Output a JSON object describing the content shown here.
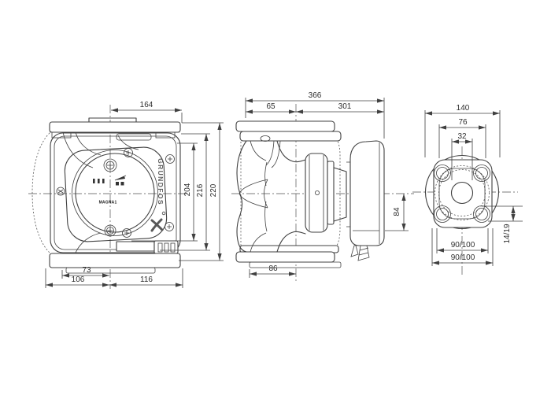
{
  "page": {
    "background": "#ffffff"
  },
  "drawing": {
    "brand": "GRUNDFOS",
    "model": "MAGNA1",
    "line_color": "#404040",
    "text_color": "#2e2e2e"
  },
  "dimensions": {
    "front_view": {
      "flange_width": "164",
      "height_to_connector": "204",
      "height_to_flange": "216",
      "height_overall": "220",
      "base_offset": "73",
      "base_left": "106",
      "base_right": "116"
    },
    "side_view": {
      "length_overall": "366",
      "length_front": "65",
      "length_rear": "301",
      "box_below_axis": "84",
      "base_width": "86"
    },
    "flange_view": {
      "flange_outer": "140",
      "head_width": "76",
      "bore": "32",
      "bolt_spacing_upper": "90/100",
      "bolt_spacing_lower": "90/100",
      "bolt_hole": "14/19"
    }
  }
}
